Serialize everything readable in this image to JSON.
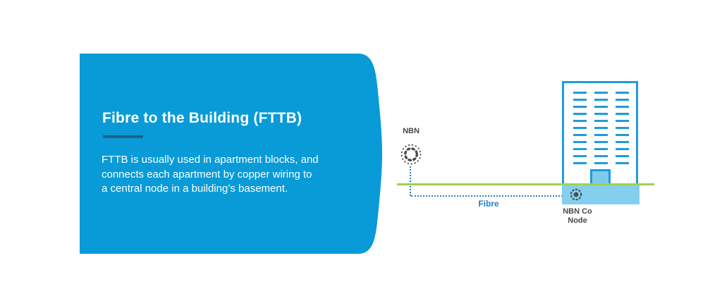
{
  "panel": {
    "title": "Fibre to the Building (FTTB)",
    "description": "FTTB is usually used in apartment blocks, and\nconnects each apartment by copper wiring to\na central node in a building’s basement.",
    "background_color": "#089bd8",
    "text_color": "#ffffff",
    "underline_color": "#1a5a88"
  },
  "diagram": {
    "nbn_label": "NBN",
    "fibre_label": "Fibre",
    "node_label": "NBN Co\nNode",
    "building": {
      "window_columns": 3,
      "window_rows": 11
    },
    "colors": {
      "building_blue": "#1e9cdd",
      "light_blue_fill": "#7ecbec",
      "ground_green": "#9cd44c",
      "fibre_line_blue": "#2a7cc0",
      "fibre_label_blue": "#2b7fc3",
      "label_gray": "#4b4b4d",
      "nbn_icon_gray": "#4b4b4d"
    },
    "icons": [
      "nbn-network-icon",
      "node-icon"
    ]
  }
}
